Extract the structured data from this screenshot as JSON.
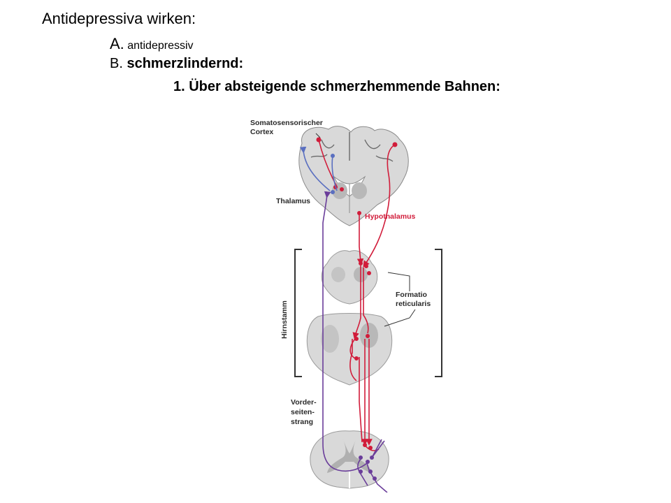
{
  "heading": {
    "line1": "Antidepressiva wirken:",
    "line2_letter": "A.",
    "line2_text": " antidepressiv",
    "line3_letter": "B.",
    "line3_text": "schmerzlindernd:",
    "line4": "1. Über absteigende schmerzhemmende Bahnen:"
  },
  "diagram": {
    "labels": {
      "cortex_1": "Somatosensorischer",
      "cortex_2": "Cortex",
      "thalamus": "Thalamus",
      "hypothalamus": "Hypothalamus",
      "hirnstamm": "Hirnstamm",
      "formatio_1": "Formatio",
      "formatio_2": "reticularis",
      "vorder_1": "Vorder-",
      "vorder_2": "seiten-",
      "vorder_3": "strang"
    },
    "colors": {
      "red_pathway": "#d11c3a",
      "purple_pathway": "#6a3d9a",
      "blue_pathway": "#5a6fc0",
      "tissue": "#d9d9d9",
      "grey_matter": "#b8b8b8"
    }
  }
}
